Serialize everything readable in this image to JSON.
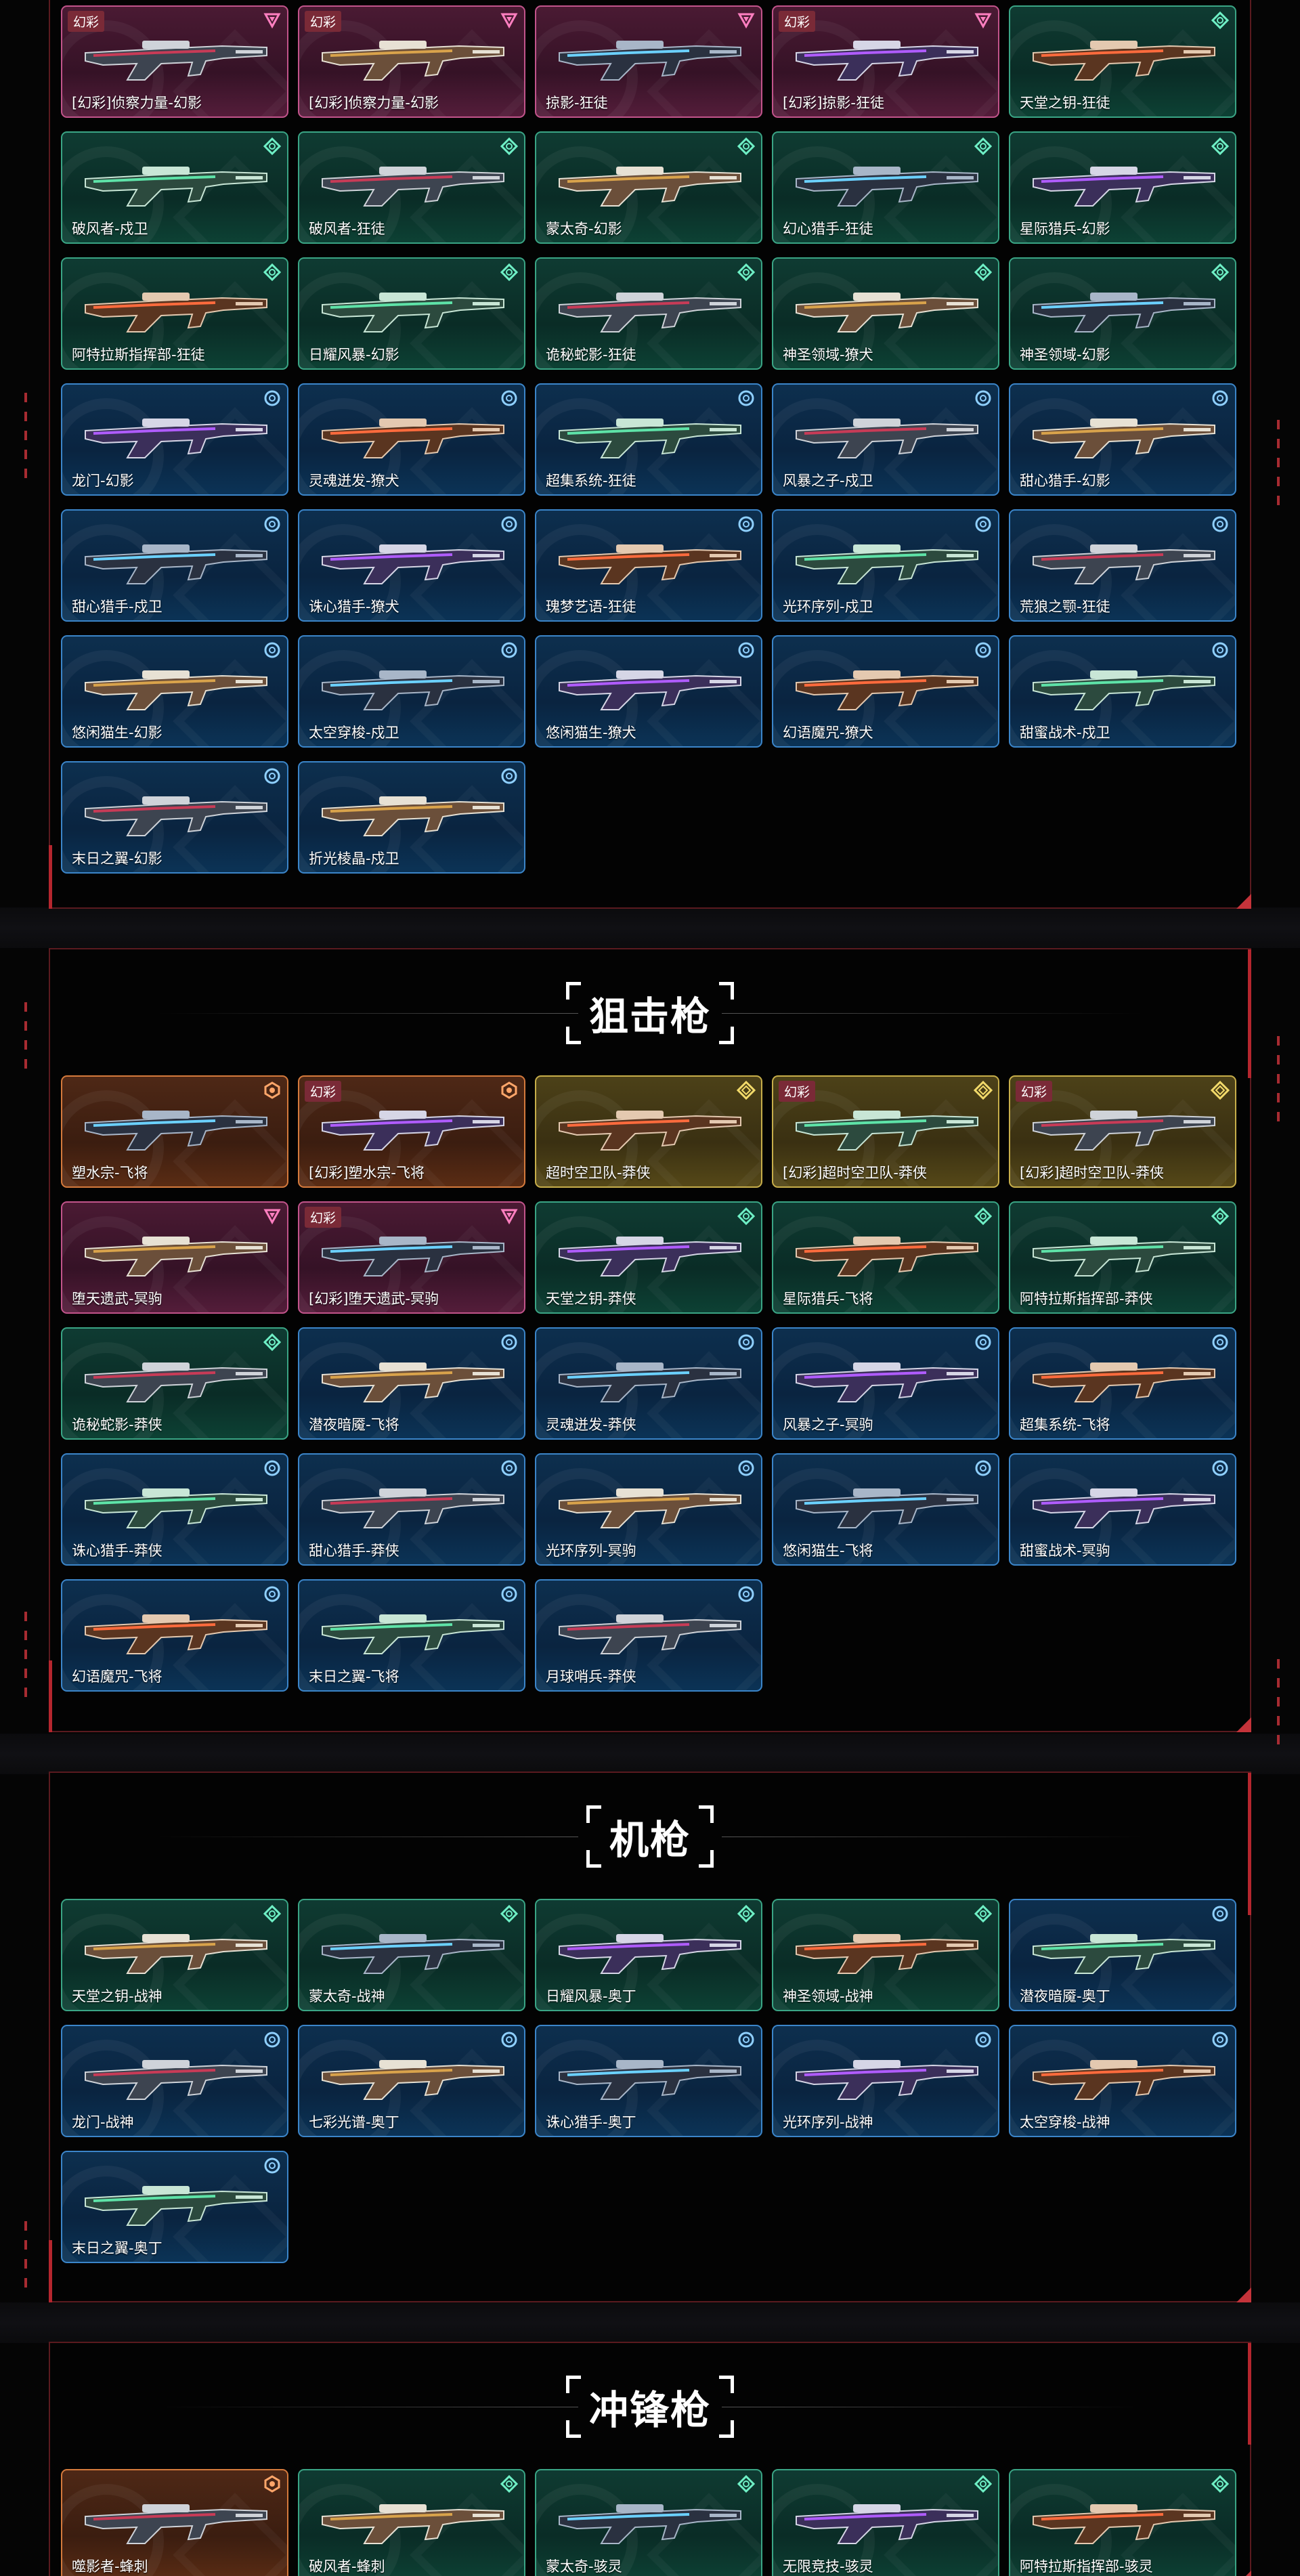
{
  "colors": {
    "blue_tier": "#3b85c9",
    "green_tier": "#3aa585",
    "pink_tier": "#c2548b",
    "gold_tier": "#c7ae4a",
    "orange_tier": "#d57a3c",
    "accent_red": "#c4333a"
  },
  "badge_text": "幻彩",
  "sections": {
    "rifles": {
      "items": [
        {
          "label": "[幻彩]侦察力量-幻影",
          "tier": "pink",
          "badge": true
        },
        {
          "label": "[幻彩]侦察力量-幻影",
          "tier": "pink",
          "badge": true
        },
        {
          "label": "掠影-狂徒",
          "tier": "pink",
          "badge": false
        },
        {
          "label": "[幻彩]掠影-狂徒",
          "tier": "pink",
          "badge": true
        },
        {
          "label": "天堂之钥-狂徒",
          "tier": "green",
          "badge": false
        },
        {
          "label": "破风者-戍卫",
          "tier": "green",
          "badge": false
        },
        {
          "label": "破风者-狂徒",
          "tier": "green",
          "badge": false
        },
        {
          "label": "蒙太奇-幻影",
          "tier": "green",
          "badge": false
        },
        {
          "label": "幻心猎手-狂徒",
          "tier": "green",
          "badge": false
        },
        {
          "label": "星际猎兵-幻影",
          "tier": "green",
          "badge": false
        },
        {
          "label": "阿特拉斯指挥部-狂徒",
          "tier": "green",
          "badge": false
        },
        {
          "label": "日耀风暴-幻影",
          "tier": "green",
          "badge": false
        },
        {
          "label": "诡秘蛇影-狂徒",
          "tier": "green",
          "badge": false
        },
        {
          "label": "神圣领域-獠犬",
          "tier": "green",
          "badge": false
        },
        {
          "label": "神圣领域-幻影",
          "tier": "green",
          "badge": false
        },
        {
          "label": "龙门-幻影",
          "tier": "blue",
          "badge": false
        },
        {
          "label": "灵魂迸发-獠犬",
          "tier": "blue",
          "badge": false
        },
        {
          "label": "超集系统-狂徒",
          "tier": "blue",
          "badge": false
        },
        {
          "label": "风暴之子-戍卫",
          "tier": "blue",
          "badge": false
        },
        {
          "label": "甜心猎手-幻影",
          "tier": "blue",
          "badge": false
        },
        {
          "label": "甜心猎手-戍卫",
          "tier": "blue",
          "badge": false
        },
        {
          "label": "诛心猎手-獠犬",
          "tier": "blue",
          "badge": false
        },
        {
          "label": "瑰梦艺语-狂徒",
          "tier": "blue",
          "badge": false
        },
        {
          "label": "光环序列-戍卫",
          "tier": "blue",
          "badge": false
        },
        {
          "label": "荒狼之颚-狂徒",
          "tier": "blue",
          "badge": false
        },
        {
          "label": "悠闲猫生-幻影",
          "tier": "blue",
          "badge": false
        },
        {
          "label": "太空穿梭-戍卫",
          "tier": "blue",
          "badge": false
        },
        {
          "label": "悠闲猫生-獠犬",
          "tier": "blue",
          "badge": false
        },
        {
          "label": "幻语魔咒-獠犬",
          "tier": "blue",
          "badge": false
        },
        {
          "label": "甜蜜战术-戍卫",
          "tier": "blue",
          "badge": false
        },
        {
          "label": "末日之翼-幻影",
          "tier": "blue",
          "badge": false
        },
        {
          "label": "折光棱晶-戍卫",
          "tier": "blue",
          "badge": false
        }
      ]
    },
    "snipers": {
      "title": "狙击枪",
      "items": [
        {
          "label": "塑水宗-飞将",
          "tier": "orange",
          "badge": false
        },
        {
          "label": "[幻彩]塑水宗-飞将",
          "tier": "orange",
          "badge": true
        },
        {
          "label": "超时空卫队-莽侠",
          "tier": "gold",
          "badge": false
        },
        {
          "label": "[幻彩]超时空卫队-莽侠",
          "tier": "gold",
          "badge": true
        },
        {
          "label": "[幻彩]超时空卫队-莽侠",
          "tier": "gold",
          "badge": true
        },
        {
          "label": "堕天遗武-冥驹",
          "tier": "pink",
          "badge": false
        },
        {
          "label": "[幻彩]堕天遗武-冥驹",
          "tier": "pink",
          "badge": true
        },
        {
          "label": "天堂之钥-莽侠",
          "tier": "green",
          "badge": false
        },
        {
          "label": "星际猎兵-飞将",
          "tier": "green",
          "badge": false
        },
        {
          "label": "阿特拉斯指挥部-莽侠",
          "tier": "green",
          "badge": false
        },
        {
          "label": "诡秘蛇影-莽侠",
          "tier": "green",
          "badge": false
        },
        {
          "label": "潜夜暗魇-飞将",
          "tier": "blue",
          "badge": false
        },
        {
          "label": "灵魂迸发-莽侠",
          "tier": "blue",
          "badge": false
        },
        {
          "label": "风暴之子-冥驹",
          "tier": "blue",
          "badge": false
        },
        {
          "label": "超集系统-飞将",
          "tier": "blue",
          "badge": false
        },
        {
          "label": "诛心猎手-莽侠",
          "tier": "blue",
          "badge": false
        },
        {
          "label": "甜心猎手-莽侠",
          "tier": "blue",
          "badge": false
        },
        {
          "label": "光环序列-冥驹",
          "tier": "blue",
          "badge": false
        },
        {
          "label": "悠闲猫生-飞将",
          "tier": "blue",
          "badge": false
        },
        {
          "label": "甜蜜战术-冥驹",
          "tier": "blue",
          "badge": false
        },
        {
          "label": "幻语魔咒-飞将",
          "tier": "blue",
          "badge": false
        },
        {
          "label": "末日之翼-飞将",
          "tier": "blue",
          "badge": false
        },
        {
          "label": "月球哨兵-莽侠",
          "tier": "blue",
          "badge": false
        }
      ]
    },
    "machineguns": {
      "title": "机枪",
      "items": [
        {
          "label": "天堂之钥-战神",
          "tier": "green",
          "badge": false
        },
        {
          "label": "蒙太奇-战神",
          "tier": "green",
          "badge": false
        },
        {
          "label": "日耀风暴-奥丁",
          "tier": "green",
          "badge": false
        },
        {
          "label": "神圣领域-战神",
          "tier": "green",
          "badge": false
        },
        {
          "label": "潜夜暗魇-奥丁",
          "tier": "blue",
          "badge": false
        },
        {
          "label": "龙门-战神",
          "tier": "blue",
          "badge": false
        },
        {
          "label": "七彩光谱-奥丁",
          "tier": "blue",
          "badge": false
        },
        {
          "label": "诛心猎手-奥丁",
          "tier": "blue",
          "badge": false
        },
        {
          "label": "光环序列-战神",
          "tier": "blue",
          "badge": false
        },
        {
          "label": "太空穿梭-战神",
          "tier": "blue",
          "badge": false
        },
        {
          "label": "末日之翼-奥丁",
          "tier": "blue",
          "badge": false
        }
      ]
    },
    "smgs": {
      "title": "冲锋枪",
      "items": [
        {
          "label": "噬影者-蜂刺",
          "tier": "orange",
          "badge": false
        },
        {
          "label": "破风者-蜂刺",
          "tier": "green",
          "badge": false
        },
        {
          "label": "蒙太奇-骇灵",
          "tier": "green",
          "badge": false
        },
        {
          "label": "无限竞技-骇灵",
          "tier": "green",
          "badge": false
        },
        {
          "label": "阿特拉斯指挥部-骇灵",
          "tier": "green",
          "badge": false
        }
      ]
    }
  }
}
